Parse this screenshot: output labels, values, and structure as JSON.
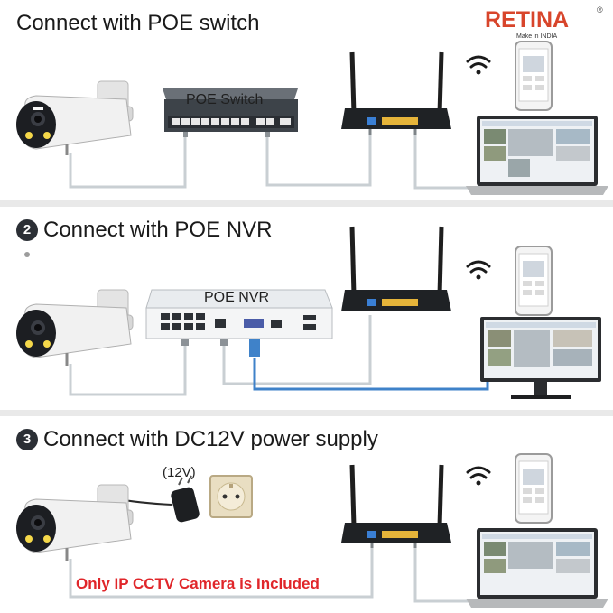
{
  "brand": {
    "logo_text": "RETINA",
    "logo_tagline": "Make in INDIA",
    "logo_mark": "®",
    "accent_color": "#d8452b"
  },
  "panels": [
    {
      "number": "",
      "heading": "Connect with POE switch",
      "hub_label": "POE Switch"
    },
    {
      "number": "2",
      "heading": "Connect with POE NVR",
      "hub_label": "POE NVR"
    },
    {
      "number": "3",
      "heading": "Connect with DC12V power supply",
      "power_label": "(12V)",
      "note": "Only IP CCTV Camera is Included",
      "note_color": "#e0262a"
    }
  ],
  "icons": [
    "camera-icon",
    "router-icon",
    "wifi-icon",
    "phone-icon",
    "laptop-icon",
    "monitor-icon",
    "switch-icon",
    "nvr-icon",
    "power-adapter-icon",
    "wall-socket-icon"
  ]
}
